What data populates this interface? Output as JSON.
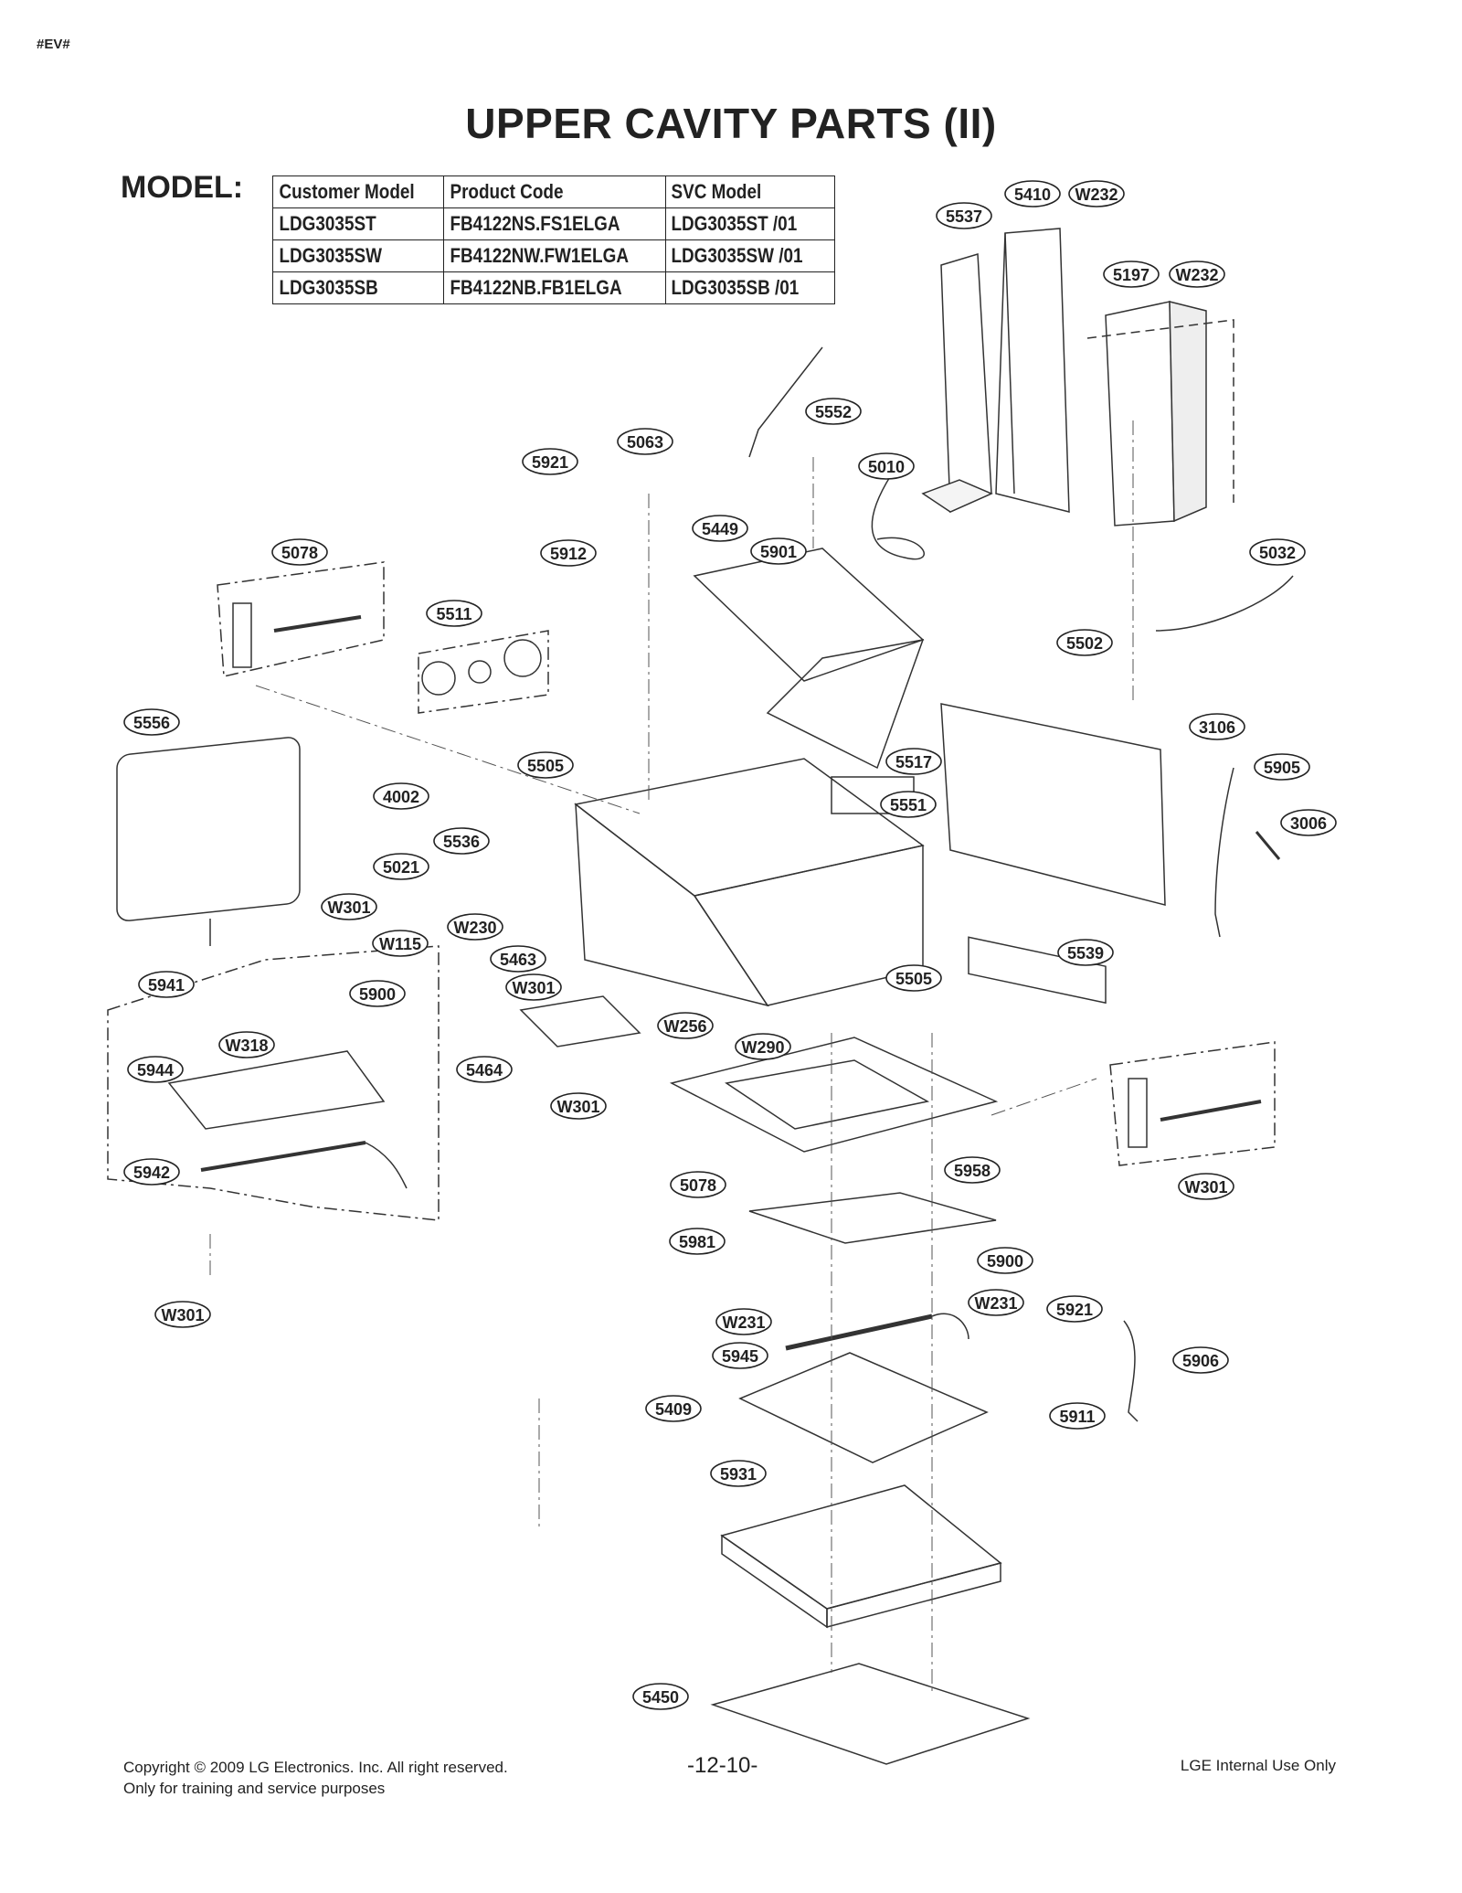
{
  "corner_tag": "#EV#",
  "title": "UPPER CAVITY PARTS (II)",
  "model_label": "MODEL:",
  "model_table": {
    "headers": [
      "Customer Model",
      "Product Code",
      "SVC Model"
    ],
    "rows": [
      [
        "LDG3035ST",
        "FB4122NS.FS1ELGA",
        "LDG3035ST /01"
      ],
      [
        "LDG3035SW",
        "FB4122NW.FW1ELGA",
        "LDG3035SW /01"
      ],
      [
        "LDG3035SB",
        "FB4122NB.FB1ELGA",
        "LDG3035SB /01"
      ]
    ]
  },
  "callouts": [
    "5410",
    "W232",
    "5537",
    "5197",
    "W232",
    "5552",
    "5063",
    "5921",
    "5010",
    "5449",
    "5901",
    "5912",
    "5078",
    "5032",
    "5511",
    "5502",
    "5556",
    "3106",
    "5505",
    "5517",
    "5905",
    "4002",
    "5551",
    "3006",
    "5536",
    "5021",
    "W301",
    "W230",
    "W115",
    "5463",
    "5539",
    "5505",
    "5941",
    "W301",
    "5900",
    "W256",
    "W290",
    "W318",
    "5944",
    "5464",
    "W301",
    "5958",
    "5942",
    "W301",
    "5078",
    "5981",
    "5900",
    "W301",
    "W231",
    "5921",
    "W231",
    "5945",
    "5906",
    "5409",
    "5911",
    "5931",
    "5450"
  ],
  "footer": {
    "copyright": "Copyright © 2009 LG Electronics. Inc. All right reserved.",
    "purpose": "Only for training and service purposes",
    "page_number": "-12-10-",
    "internal": "LGE Internal Use Only"
  }
}
